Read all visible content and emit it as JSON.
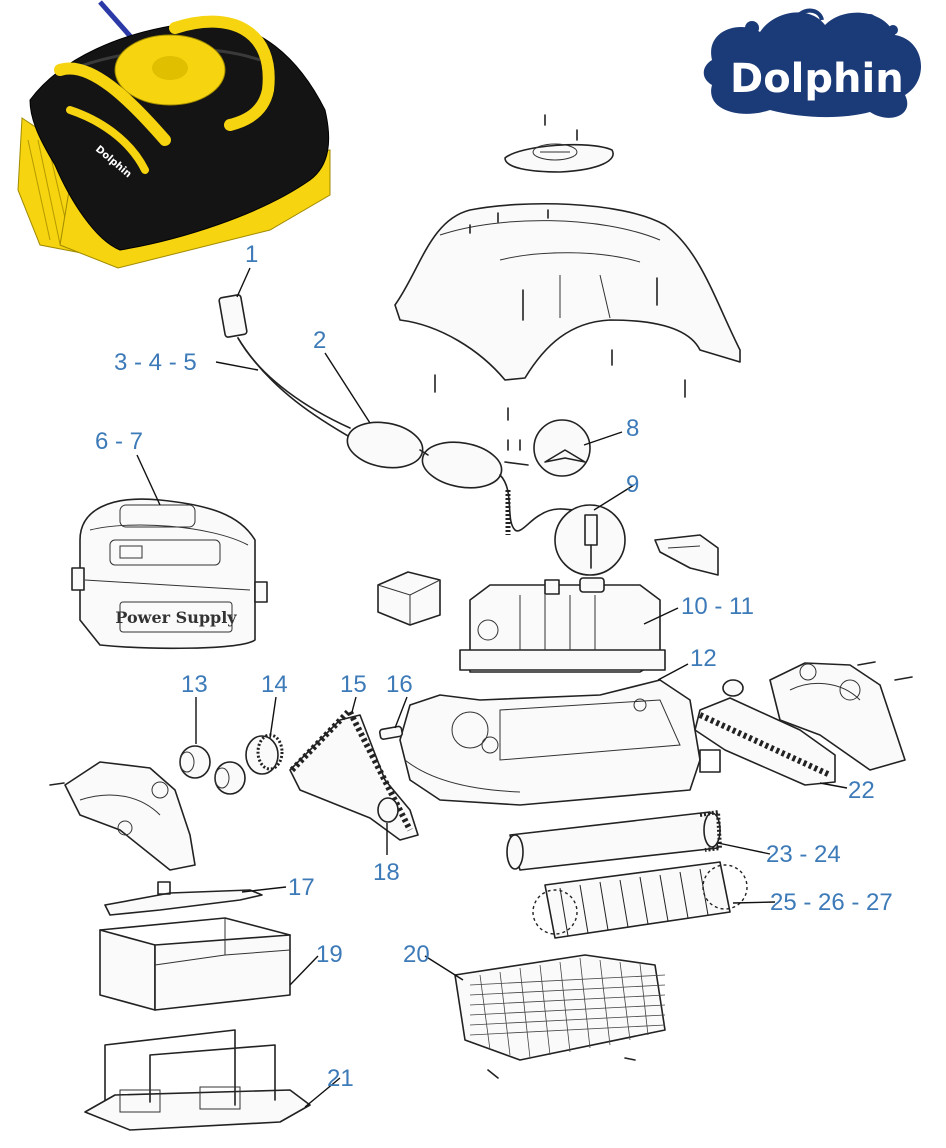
{
  "brand": {
    "logo_text": "Dolphin",
    "primary_color": "#1b3a78"
  },
  "robot_photo": {
    "brand_text": "Dolphin",
    "body_color": "#111111",
    "accent_color": "#f6d40f"
  },
  "power_supply": {
    "label": "Power Supply"
  },
  "callout_color": "#3d7ab8",
  "callouts": [
    {
      "id": "c1",
      "text": "1"
    },
    {
      "id": "c2",
      "text": "2"
    },
    {
      "id": "c345",
      "text": "3 - 4 - 5"
    },
    {
      "id": "c67",
      "text": "6 - 7"
    },
    {
      "id": "c8",
      "text": "8"
    },
    {
      "id": "c9",
      "text": "9"
    },
    {
      "id": "c1011",
      "text": "10 - 11"
    },
    {
      "id": "c12",
      "text": "12"
    },
    {
      "id": "c13",
      "text": "13"
    },
    {
      "id": "c14",
      "text": "14"
    },
    {
      "id": "c15",
      "text": "15"
    },
    {
      "id": "c16",
      "text": "16"
    },
    {
      "id": "c17",
      "text": "17"
    },
    {
      "id": "c18",
      "text": "18"
    },
    {
      "id": "c19",
      "text": "19"
    },
    {
      "id": "c20",
      "text": "20"
    },
    {
      "id": "c21",
      "text": "21"
    },
    {
      "id": "c22",
      "text": "22"
    },
    {
      "id": "c2324",
      "text": "23 - 24"
    },
    {
      "id": "c252627",
      "text": "25 - 26 - 27"
    }
  ]
}
